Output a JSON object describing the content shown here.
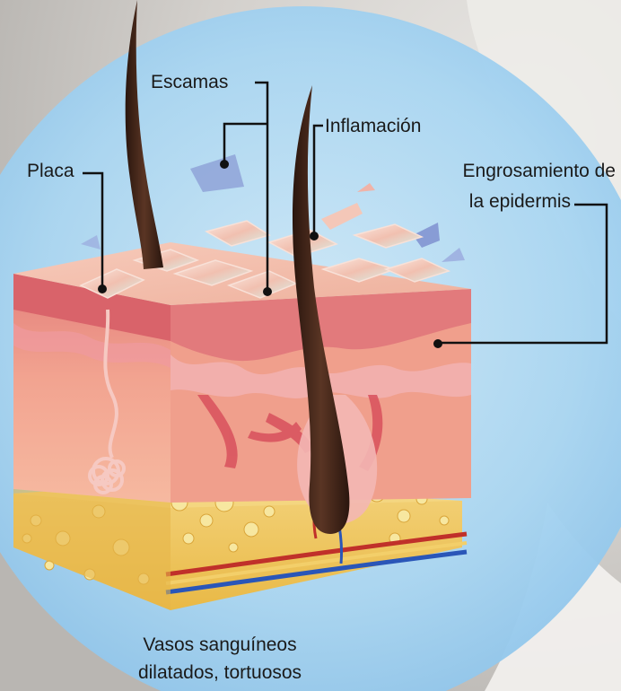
{
  "labels": {
    "scales": "Escamas",
    "inflammation": "Inflamación",
    "plaque": "Placa",
    "thickening_line1": "Engrosamiento de",
    "thickening_line2": "la epidermis",
    "vessels_line1": "Vasos sanguíneos",
    "vessels_line2": "dilatados, tortuosos"
  },
  "colors": {
    "circle": "#a9d6f2",
    "background": "#d9d6d3",
    "leader_line": "#111111",
    "hair": "#3b2418",
    "skin_surface": "#f1b9a6",
    "dermis": "#e78a80",
    "fat": "#f0c85a",
    "artery": "#c0302a",
    "vein": "#2a56b8"
  }
}
